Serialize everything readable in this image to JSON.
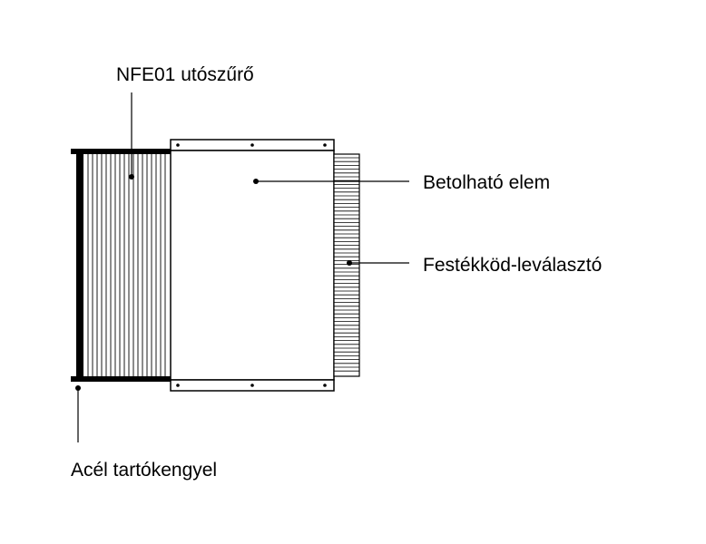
{
  "labels": {
    "post_filter": "NFE01 utószűrő",
    "insert_element": "Betolható elem",
    "paint_mist_separator": "Festékköd-leválasztó",
    "steel_bracket": "Acél tartókengyel"
  },
  "colors": {
    "ink": "#000000",
    "background": "#ffffff"
  }
}
